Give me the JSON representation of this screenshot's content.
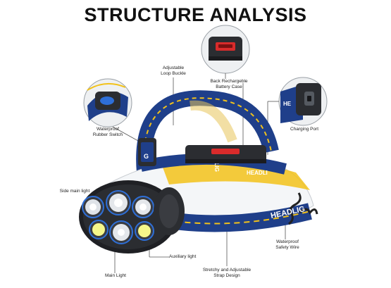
{
  "title": "STRUCTURE ANALYSIS",
  "strap_text_front": "HEADLIG",
  "strap_text_top": "HEADLIG",
  "strap_text_side": "HEADLI",
  "labels": {
    "buckle": "Adjustable\nLoop Buckle",
    "battery_case": "Back Rechargeble\nBattery Case",
    "switch": "Waterproof\nRubber Switch",
    "charging_port": "Charging Port",
    "side_light": "Side main light",
    "main_light": "Main Light",
    "aux_light": "Auxiliary light",
    "strap": "Stretchy and Adjustable\nStrap Design",
    "wire": "Waterproof\nSafety Wire"
  },
  "colors": {
    "strap": "#1f3f8a",
    "stripe": "#f2c21a",
    "body": "#2b2d31",
    "accent_blue": "#2e6fd8",
    "battery_red": "#d92b2b"
  }
}
